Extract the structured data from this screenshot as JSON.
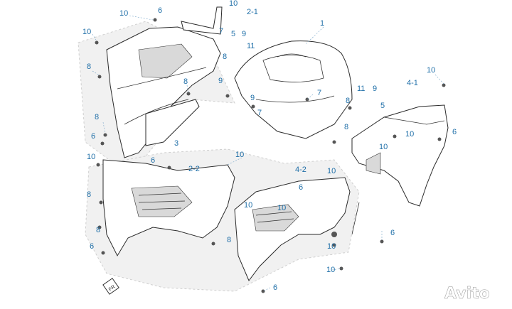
{
  "diagram": {
    "callouts": {
      "c1": "1",
      "c2_1": "2-1",
      "c2_2": "2-2",
      "c3": "3",
      "c4_1": "4-1",
      "c4_2": "4-2",
      "c5": "5",
      "c6": "6",
      "c7": "7",
      "c8": "8",
      "c9": "9",
      "c10": "10",
      "c11": "11"
    },
    "direction_marker": "FR",
    "watermark": "Avito"
  }
}
